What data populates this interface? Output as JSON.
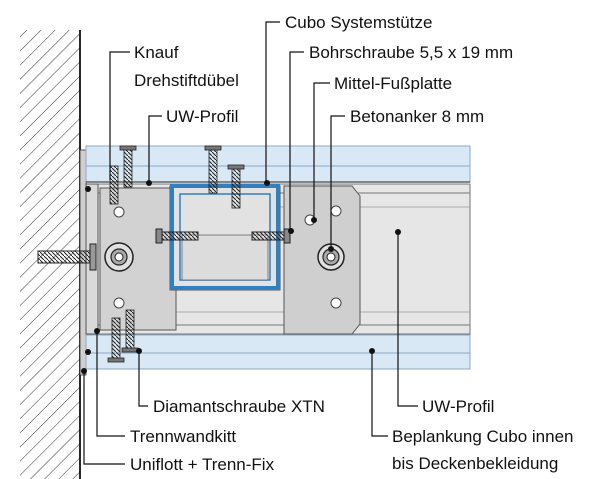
{
  "labels": {
    "cubo_systemstuetze": "Cubo Systemstütze",
    "knauf": "Knauf",
    "drehstiftduebel": "Drehstiftdübel",
    "bohrschraube": "Bohrschraube 5,5 x 19 mm",
    "mittel_fussplatte": "Mittel-Fußplatte",
    "uw_profil_top": "UW-Profil",
    "betonanker": "Betonanker 8 mm",
    "diamantschraube": "Diamantschraube XTN",
    "uw_profil_right": "UW-Profil",
    "trennwandkitt": "Trennwandkitt",
    "beplankung_line1": "Beplankung Cubo innen",
    "beplankung_line2": "bis Deckenbekleidung",
    "uniflott": "Uniflott + Trenn-Fix"
  },
  "colors": {
    "board": "#d9e8f5",
    "board_edge": "#8aa9c8",
    "profile": "#e4e4e4",
    "steel_plate": "#d4d4d4",
    "cubo_post": "#2f7fc1",
    "line": "#111111"
  }
}
